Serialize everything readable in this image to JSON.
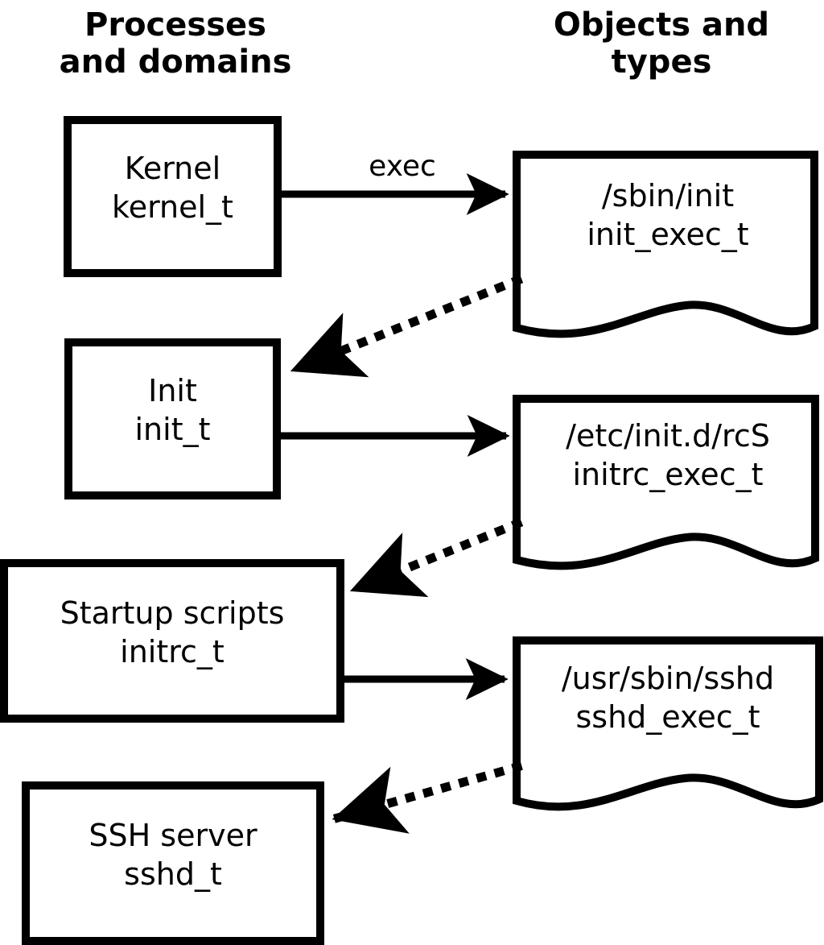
{
  "diagram": {
    "title": "SELinux process domains and object types transition diagram",
    "colors": {
      "stroke": "#000000",
      "fill": "#ffffff",
      "text": "#000000"
    },
    "columns": [
      {
        "id": "processes",
        "header": "Processes\nand domains"
      },
      {
        "id": "objects",
        "header": "Objects and\ntypes"
      }
    ],
    "process_nodes": [
      {
        "id": "kernel",
        "name": "Kernel",
        "type": "kernel_t",
        "label": "Kernel\nkernel_t"
      },
      {
        "id": "init",
        "name": "Init",
        "type": "init_t",
        "label": "Init\ninit_t"
      },
      {
        "id": "initrc",
        "name": "Startup scripts",
        "type": "initrc_t",
        "label": "Startup scripts\ninitrc_t"
      },
      {
        "id": "sshd",
        "name": "SSH server",
        "type": "sshd_t",
        "label": "SSH server\nsshd_t"
      }
    ],
    "object_nodes": [
      {
        "id": "init_exec",
        "path": "/sbin/init",
        "type": "init_exec_t",
        "label": "/sbin/init\ninit_exec_t"
      },
      {
        "id": "initrc_exec",
        "path": "/etc/init.d/rcS",
        "type": "initrc_exec_t",
        "label": "/etc/init.d/rcS\ninitrc_exec_t"
      },
      {
        "id": "sshd_exec",
        "path": "/usr/sbin/sshd",
        "type": "sshd_exec_t",
        "label": "/usr/sbin/sshd\nsshd_exec_t"
      }
    ],
    "edges": [
      {
        "id": "kernel-exec-init",
        "from": "kernel",
        "to": "init_exec",
        "style": "solid",
        "label": "exec"
      },
      {
        "id": "initexec-transition",
        "from": "init_exec",
        "to": "init",
        "style": "dotted",
        "label": ""
      },
      {
        "id": "init-exec-initrc",
        "from": "init",
        "to": "initrc_exec",
        "style": "solid",
        "label": ""
      },
      {
        "id": "initrcexec-transition",
        "from": "initrc_exec",
        "to": "initrc",
        "style": "dotted",
        "label": ""
      },
      {
        "id": "initrc-exec-sshd",
        "from": "initrc",
        "to": "sshd_exec",
        "style": "solid",
        "label": ""
      },
      {
        "id": "sshdexec-transition",
        "from": "sshd_exec",
        "to": "sshd",
        "style": "dotted",
        "label": ""
      }
    ]
  }
}
